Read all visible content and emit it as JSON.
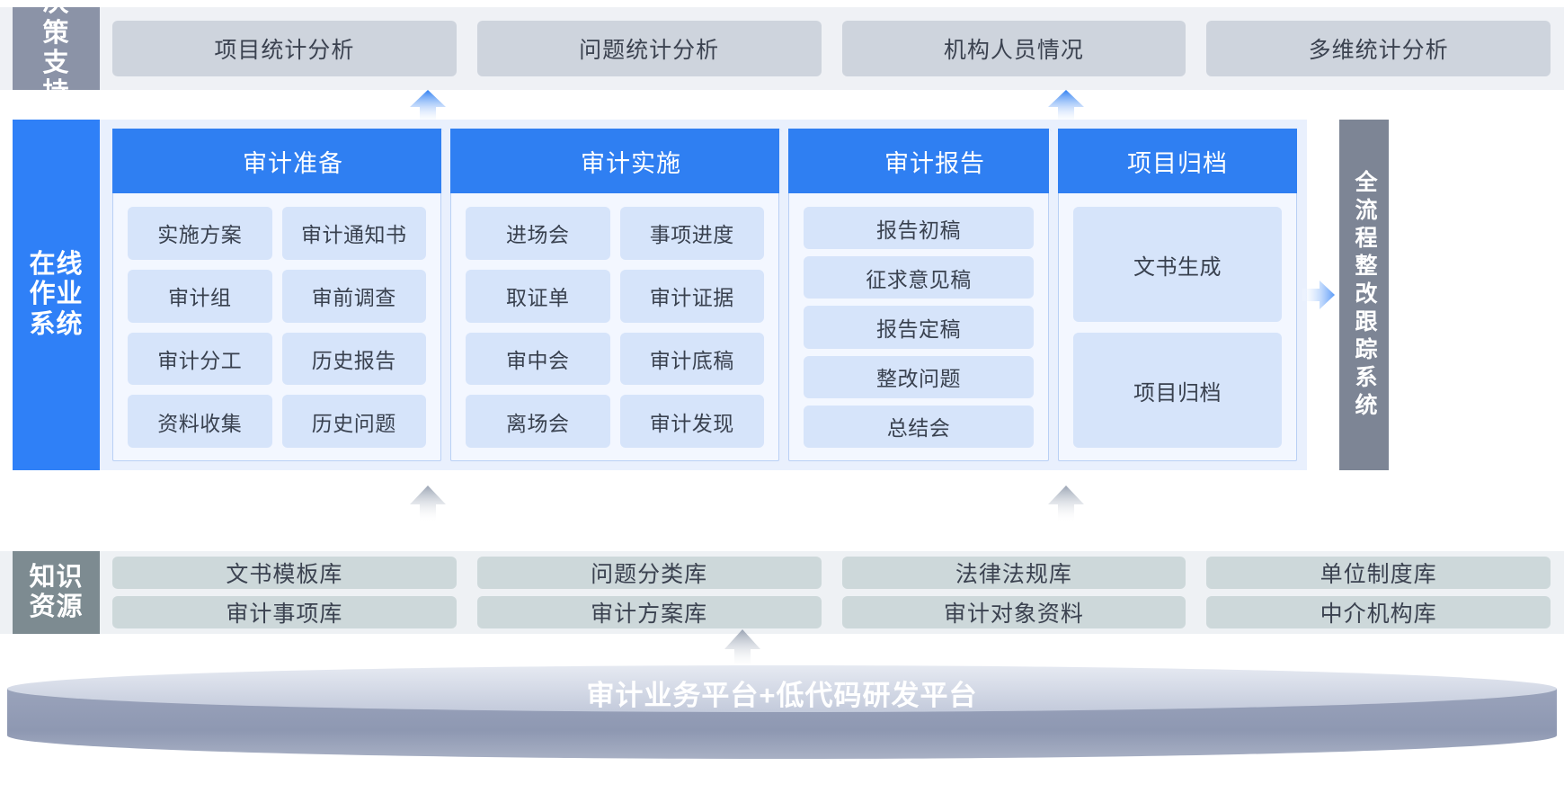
{
  "bands": {
    "decision": "决策支持",
    "online": "在线作业系统",
    "knowledge": "知识资源",
    "rectification": "全流程整改跟踪系统"
  },
  "decision_support": {
    "cards": [
      "项目统计分析",
      "问题统计分析",
      "机构人员情况",
      "多维统计分析"
    ]
  },
  "phases": [
    {
      "title": "审计准备",
      "tiles": [
        "实施方案",
        "审计通知书",
        "审计组",
        "审前调查",
        "审计分工",
        "历史报告",
        "资料收集",
        "历史问题"
      ]
    },
    {
      "title": "审计实施",
      "tiles": [
        "进场会",
        "事项进度",
        "取证单",
        "审计证据",
        "审中会",
        "审计底稿",
        "离场会",
        "审计发现"
      ]
    },
    {
      "title": "审计报告",
      "tiles": [
        "报告初稿",
        "征求意见稿",
        "报告定稿",
        "整改问题",
        "总结会"
      ]
    },
    {
      "title": "项目归档",
      "tiles": [
        "文书生成",
        "项目归档"
      ]
    }
  ],
  "knowledge_resources": {
    "cards": [
      "文书模板库",
      "问题分类库",
      "法律法规库",
      "单位制度库",
      "审计事项库",
      "审计方案库",
      "审计对象资料",
      "中介机构库"
    ]
  },
  "platform": {
    "label": "审计业务平台+低代码研发平台"
  },
  "colors": {
    "accent_blue": "#2f7ff2",
    "band_gray": "#8b93a7",
    "knowledge_gray": "#7d8b91",
    "right_gray": "#7d8595",
    "tile_blue": "#d6e4fa",
    "card_gray": "#ced4dd"
  }
}
